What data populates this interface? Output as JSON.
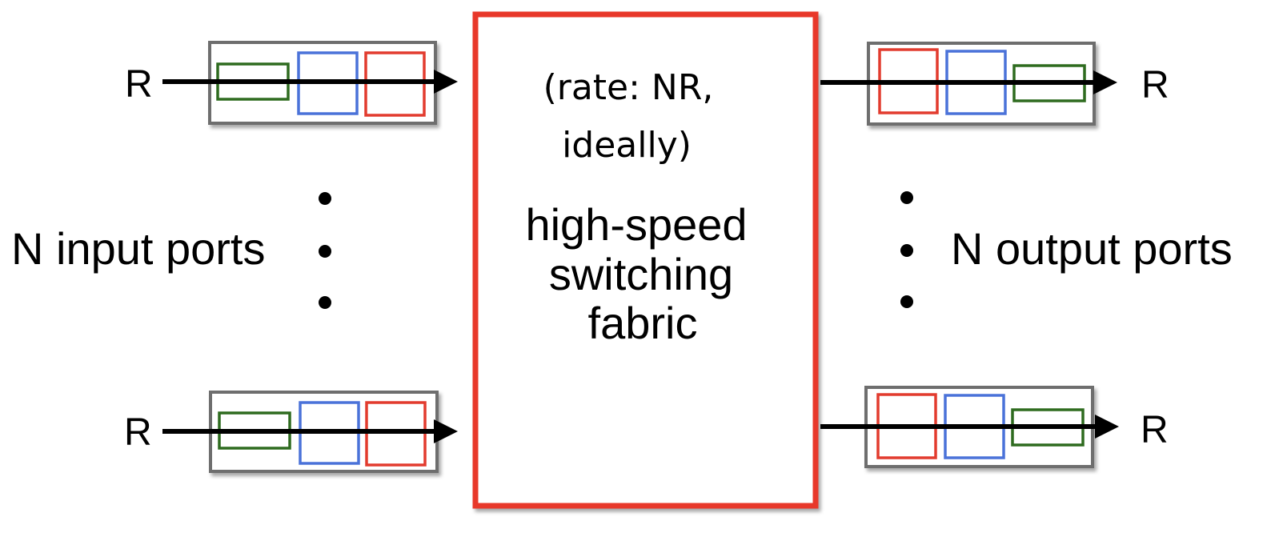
{
  "diagram": {
    "fabric": {
      "rate_line1": "(rate: NR,",
      "rate_line2": "ideally)",
      "name_line1": "high-speed",
      "name_line2": "switching",
      "name_line3": "fabric"
    },
    "input_ports_label": "N input ports",
    "output_ports_label": "N output ports",
    "line_rate_label": "R",
    "colors": {
      "fabric_border": "#e8392c",
      "buffer_border": "#6e6e6e",
      "packet_green": "#2e6b1f",
      "packet_blue": "#4a72d9",
      "packet_red": "#e23b2e",
      "wire": "#000000"
    }
  }
}
